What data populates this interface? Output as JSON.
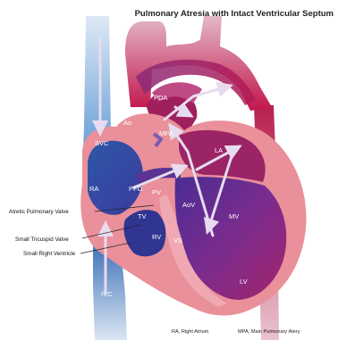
{
  "title": "Pulmonary Atresia with Intact Ventricular Septum",
  "structure_labels": {
    "pda": "PDA",
    "ao": "Ao",
    "mpa": "MPA",
    "svc": "SVC",
    "la": "LA",
    "ra": "RA",
    "pfo": "PFO",
    "pv": "PV",
    "aov": "AoV",
    "tv": "TV",
    "mv": "MV",
    "rv": "RV",
    "vs": "VS",
    "ivc": "IVC",
    "lv": "LV"
  },
  "callouts": {
    "atretic_pulmonary_valve": "Atretic Pulmonary Valve",
    "small_tricuspid_valve": "Small Tricuspid Valve",
    "small_right_ventricle": "Small Right Ventricle"
  },
  "legend": {
    "ra": "RA, Right Atrium",
    "mpa": "MPA, Main Pulmonary Atery"
  },
  "colors": {
    "deoxygenated_blue": "#3a3d9e",
    "mixed_purple": "#6b2f8f",
    "oxygenated_red": "#c2154a",
    "wall_pink": "#e9909a",
    "vessel_light_blue": "#c6d8ec"
  }
}
